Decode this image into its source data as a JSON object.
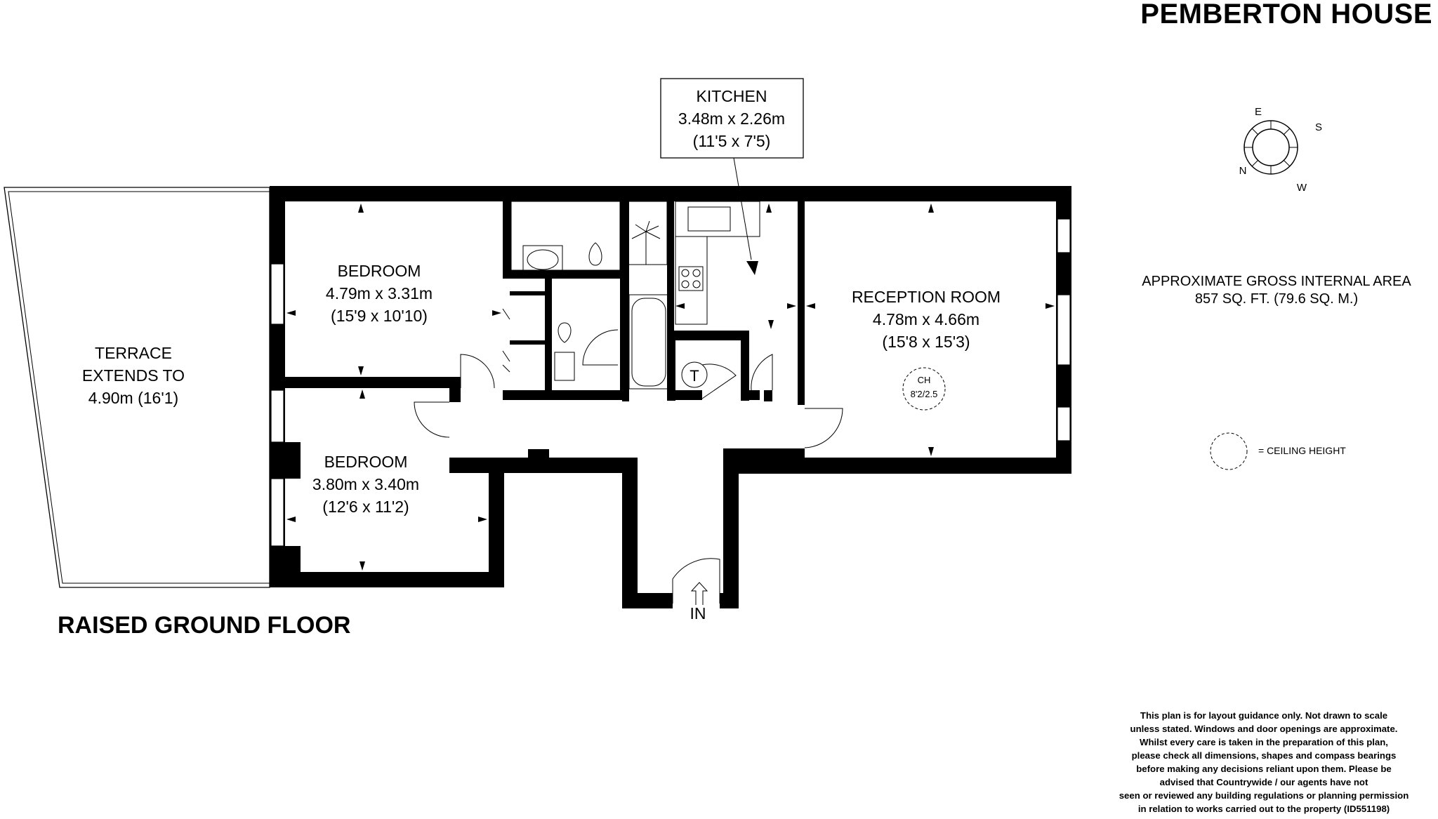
{
  "property_name": "PEMBERTON HOUSE",
  "floor_name": "RAISED GROUND FLOOR",
  "area": {
    "line1": "APPROXIMATE GROSS INTERNAL AREA",
    "line2": "857 SQ. FT. (79.6 SQ. M.)"
  },
  "legend": {
    "ceiling_height": "= CEILING HEIGHT"
  },
  "compass": {
    "n": "N",
    "e": "E",
    "s": "S",
    "w": "W"
  },
  "rooms": {
    "kitchen": {
      "name": "KITCHEN",
      "metric": "3.48m x 2.26m",
      "imperial": "(11'5 x 7'5)"
    },
    "bedroom1": {
      "name": "BEDROOM",
      "metric": "4.79m x 3.31m",
      "imperial": "(15'9 x 10'10)"
    },
    "bedroom2": {
      "name": "BEDROOM",
      "metric": "3.80m x 3.40m",
      "imperial": "(12'6 x 11'2)"
    },
    "reception": {
      "name": "RECEPTION ROOM",
      "metric": "4.78m x 4.66m",
      "imperial": "(15'8 x 15'3)"
    },
    "terrace": {
      "line1": "TERRACE",
      "line2": "EXTENDS TO",
      "line3": "4.90m (16'1)"
    }
  },
  "ceiling_marker": {
    "label": "CH",
    "value": "8'2/2.5"
  },
  "cupboard_label": "T",
  "entrance_label": "IN",
  "disclaimer": "This plan is for layout guidance only. Not drawn to scale\nunless stated. Windows and door openings are approximate.\nWhilst every care is taken in the preparation of this plan,\nplease check all dimensions, shapes and compass bearings\nbefore making any decisions reliant upon them. Please be\nadvised that Countrywide / our agents have not\nseen or reviewed any building regulations or planning permission\nin relation to works carried out to the property (ID551198)"
}
